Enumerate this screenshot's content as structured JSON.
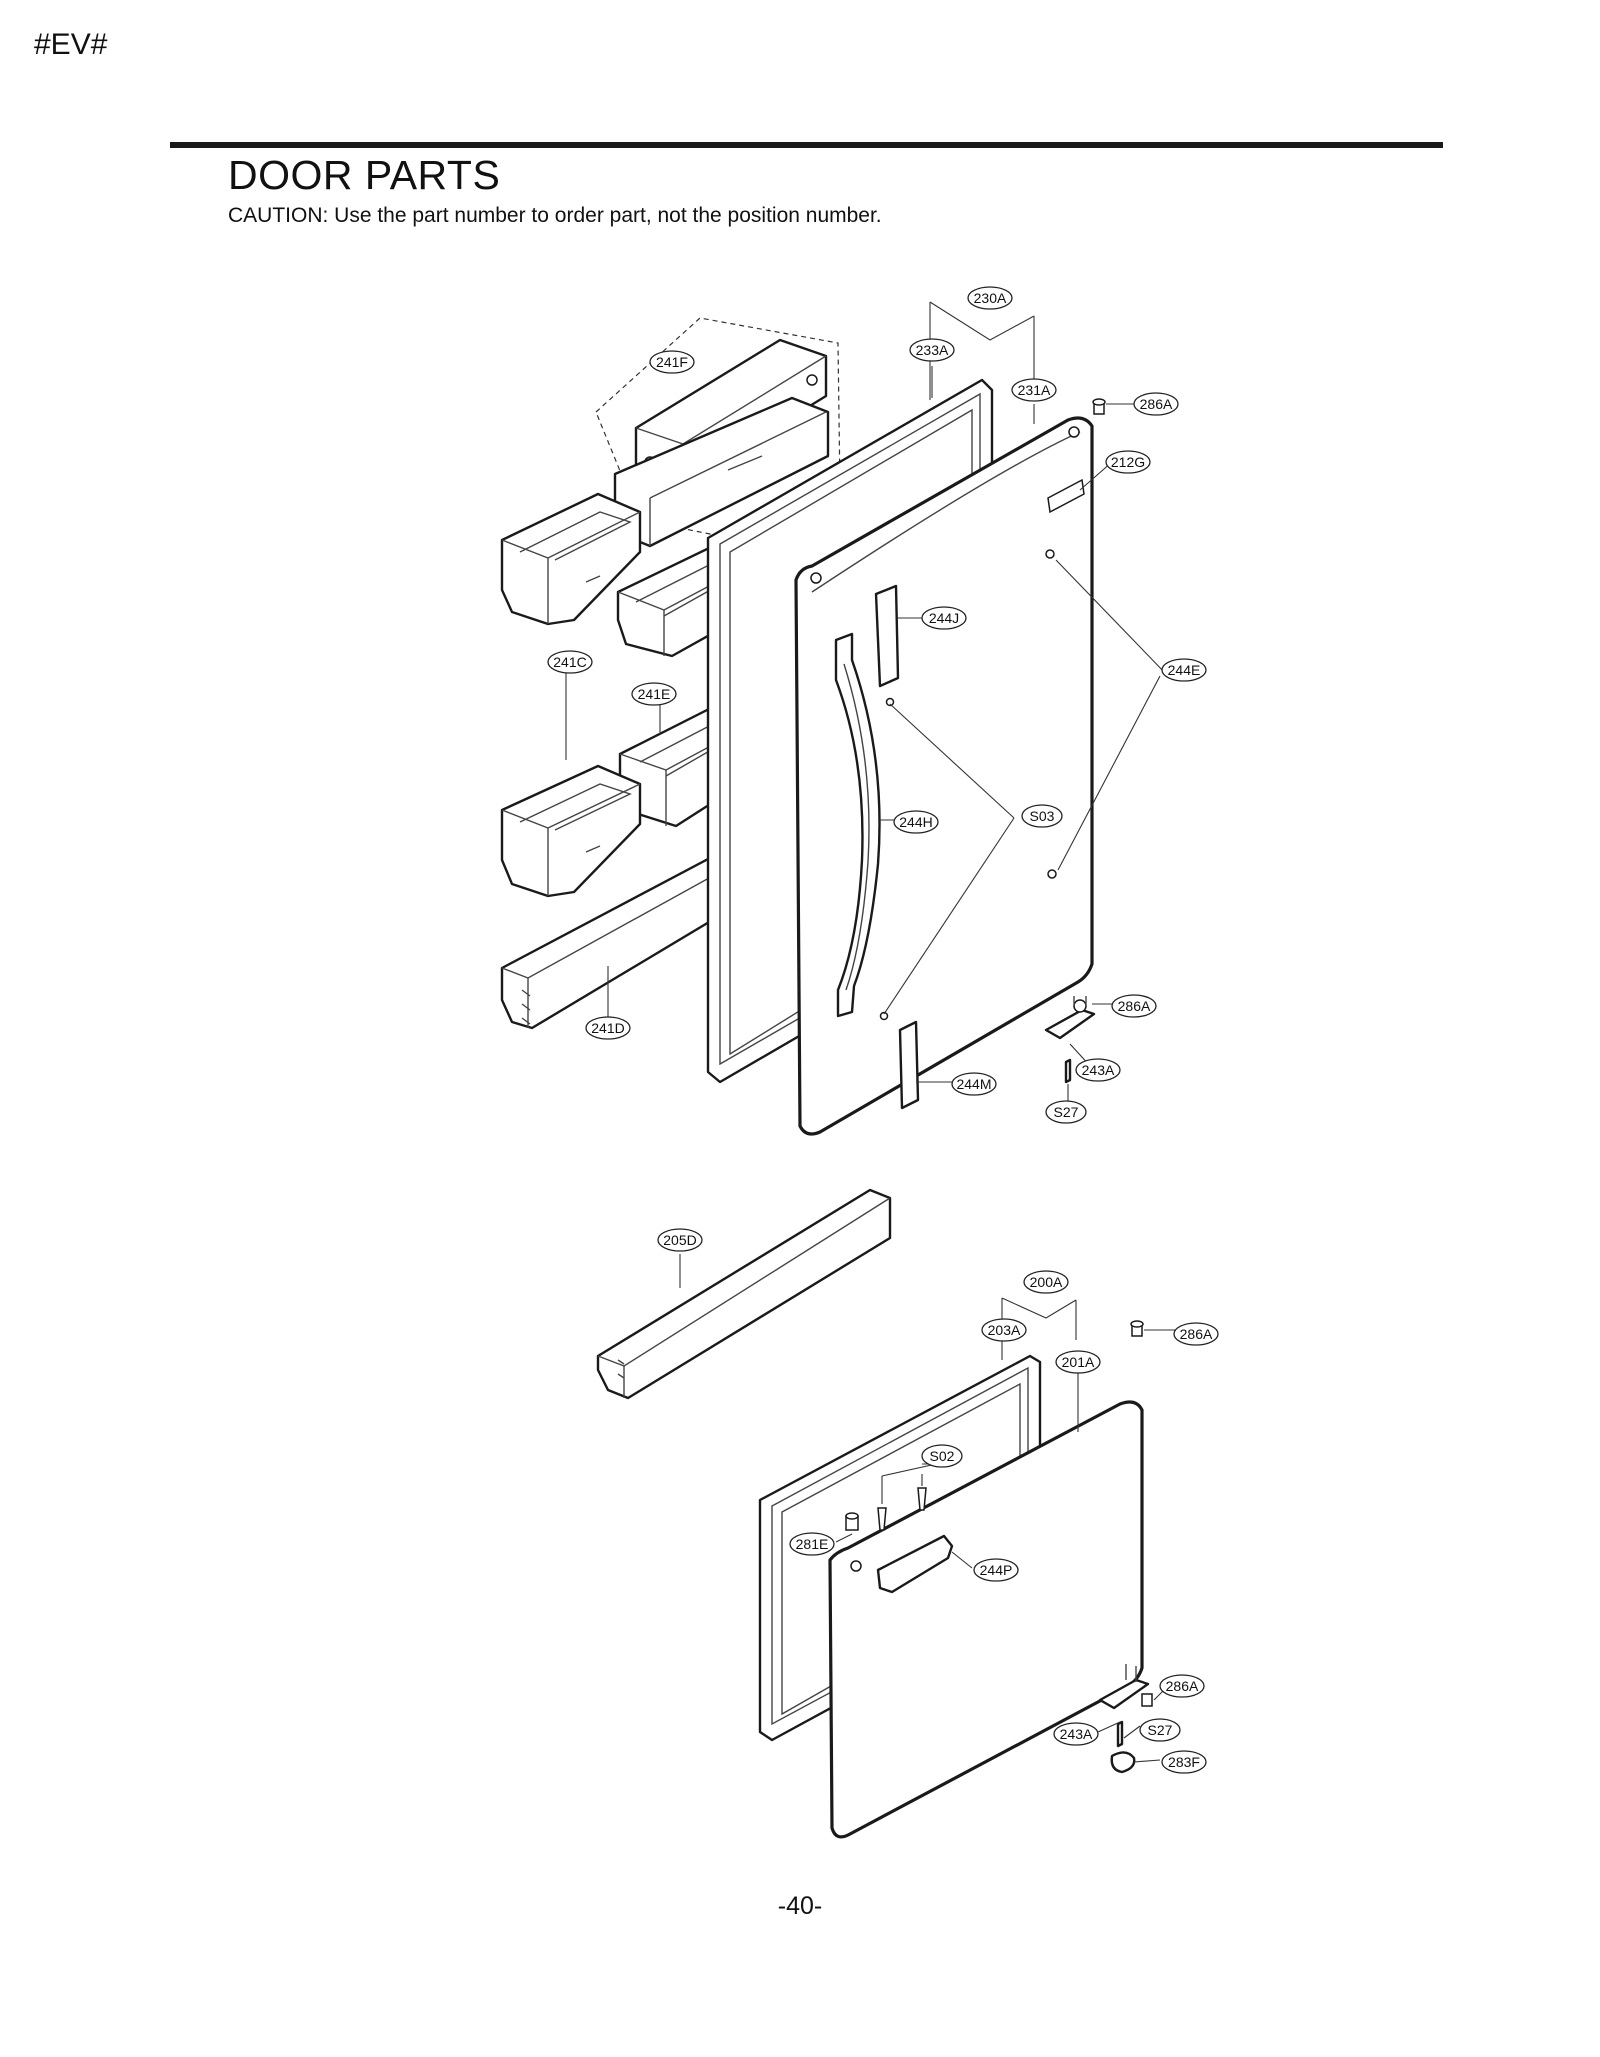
{
  "header": {
    "corner_tag": "#EV#",
    "title": "DOOR PARTS",
    "caution": "CAUTION: Use the part number to order part, not the position number."
  },
  "callouts": {
    "c230A": "230A",
    "c233A": "233A",
    "c231A": "231A",
    "c286A_top": "286A",
    "c212G": "212G",
    "c241F": "241F",
    "c244J": "244J",
    "c244E": "244E",
    "c241C": "241C",
    "c241E": "241E",
    "c244H": "244H",
    "cS03": "S03",
    "c286A_hinge": "286A",
    "c243A_top": "243A",
    "c244M": "244M",
    "cS27_top": "S27",
    "c241D": "241D",
    "c205D": "205D",
    "c200A": "200A",
    "c203A": "203A",
    "c201A": "201A",
    "c286A_lower": "286A",
    "cS02": "S02",
    "c281E": "281E",
    "c244P": "244P",
    "c286A_bottom": "286A",
    "c243A_bottom": "243A",
    "cS27_bottom": "S27",
    "c283F": "283F"
  },
  "footer": {
    "page_number": "-40-"
  }
}
